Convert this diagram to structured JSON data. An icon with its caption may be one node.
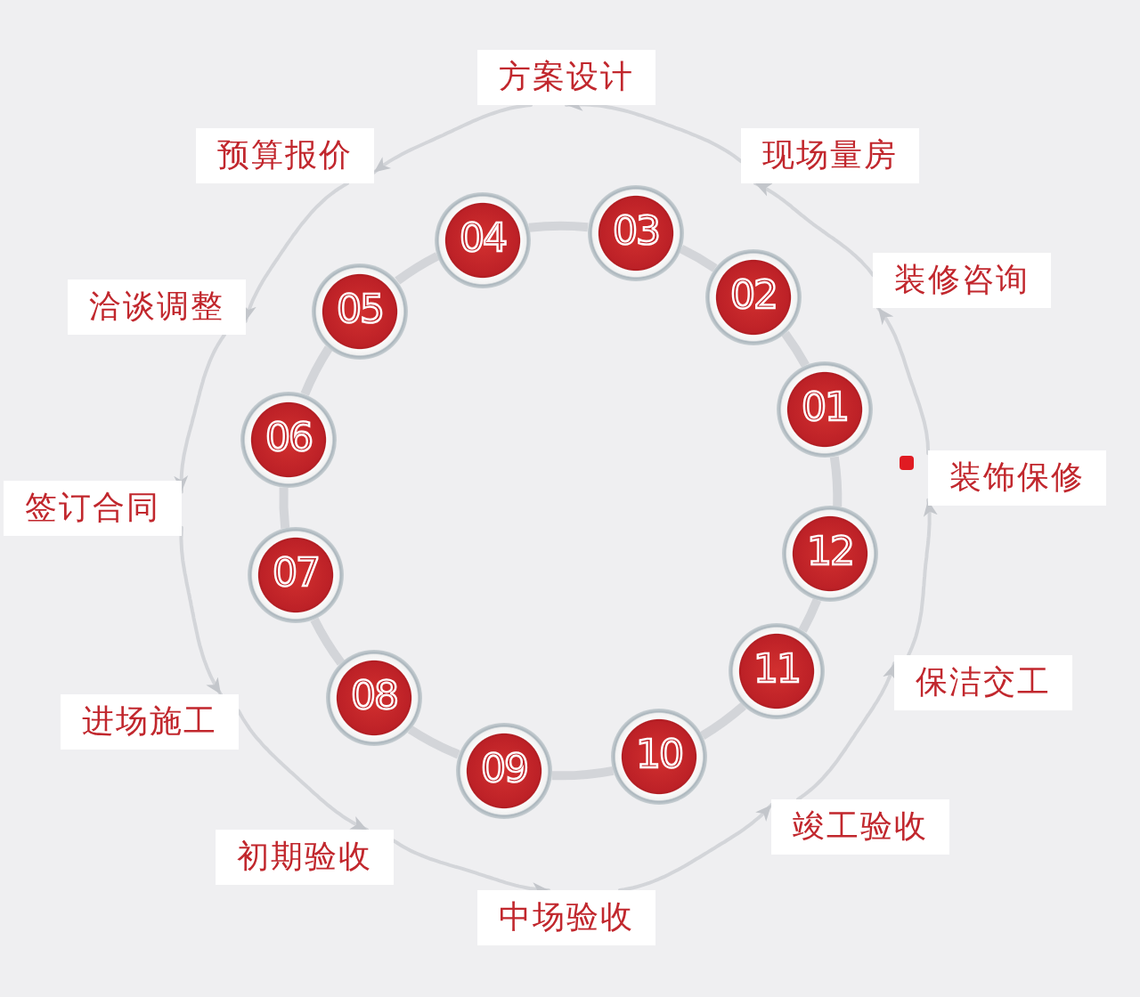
{
  "diagram": {
    "nodes": [
      {
        "text": [
          "01"
        ]
      },
      {
        "text": [
          "装修咨询"
        ]
      },
      {
        "text": [
          "02"
        ]
      },
      {
        "text": [
          "现场量房"
        ]
      },
      {
        "text": [
          "03"
        ]
      },
      {
        "text": [
          "方案设计"
        ]
      },
      {
        "text": [
          "04"
        ]
      },
      {
        "text": [
          "预算报价"
        ]
      },
      {
        "text": [
          "05"
        ]
      },
      {
        "text": [
          "洽谈调整"
        ]
      },
      {
        "text": [
          "06"
        ]
      },
      {
        "text": [
          "签订合同"
        ]
      },
      {
        "text": [
          "07"
        ]
      },
      {
        "text": [
          "进场施工"
        ]
      },
      {
        "text": [
          "08"
        ]
      },
      {
        "text": [
          "初期验收"
        ]
      },
      {
        "text": [
          "09"
        ]
      },
      {
        "text": [
          "中场验收"
        ]
      },
      {
        "text": [
          "10"
        ]
      },
      {
        "text": [
          "竣工验收"
        ]
      },
      {
        "text": [
          "11"
        ]
      },
      {
        "text": [
          "保洁交工"
        ]
      },
      {
        "text": [
          "12"
        ]
      },
      {
        "text": [
          "装饰保修"
        ]
      }
    ],
    "edges": [
      {
        "from": 0,
        "to": 2,
        "arrow": "none",
        "style": "thick"
      },
      {
        "from": 2,
        "to": 4,
        "arrow": "none",
        "style": "thick"
      },
      {
        "from": 4,
        "to": 6,
        "arrow": "none",
        "style": "thick"
      },
      {
        "from": 6,
        "to": 8,
        "arrow": "none",
        "style": "thick"
      },
      {
        "from": 8,
        "to": 10,
        "arrow": "none",
        "style": "thick"
      },
      {
        "from": 10,
        "to": 12,
        "arrow": "none",
        "style": "thick"
      },
      {
        "from": 12,
        "to": 14,
        "arrow": "none",
        "style": "thick"
      },
      {
        "from": 14,
        "to": 16,
        "arrow": "none",
        "style": "thick"
      },
      {
        "from": 16,
        "to": 18,
        "arrow": "none",
        "style": "thick"
      },
      {
        "from": 18,
        "to": 20,
        "arrow": "none",
        "style": "thick"
      },
      {
        "from": 20,
        "to": 22,
        "arrow": "none",
        "style": "thick"
      },
      {
        "from": 22,
        "to": 0,
        "arrow": "none",
        "style": "thick"
      },
      {
        "from": 23,
        "to": 1,
        "arrow": "to"
      },
      {
        "from": 1,
        "to": 3,
        "arrow": "to"
      },
      {
        "from": 3,
        "to": 5,
        "arrow": "to"
      },
      {
        "from": 5,
        "to": 7,
        "arrow": "to"
      },
      {
        "from": 7,
        "to": 9,
        "arrow": "to"
      },
      {
        "from": 9,
        "to": 11,
        "arrow": "to"
      },
      {
        "from": 11,
        "to": 13,
        "arrow": "to"
      },
      {
        "from": 13,
        "to": 15,
        "arrow": "to"
      },
      {
        "from": 15,
        "to": 17,
        "arrow": "to"
      },
      {
        "from": 17,
        "to": 19,
        "arrow": "to"
      },
      {
        "from": 19,
        "to": 21,
        "arrow": "to"
      },
      {
        "from": 21,
        "to": 23,
        "arrow": "to"
      }
    ]
  }
}
